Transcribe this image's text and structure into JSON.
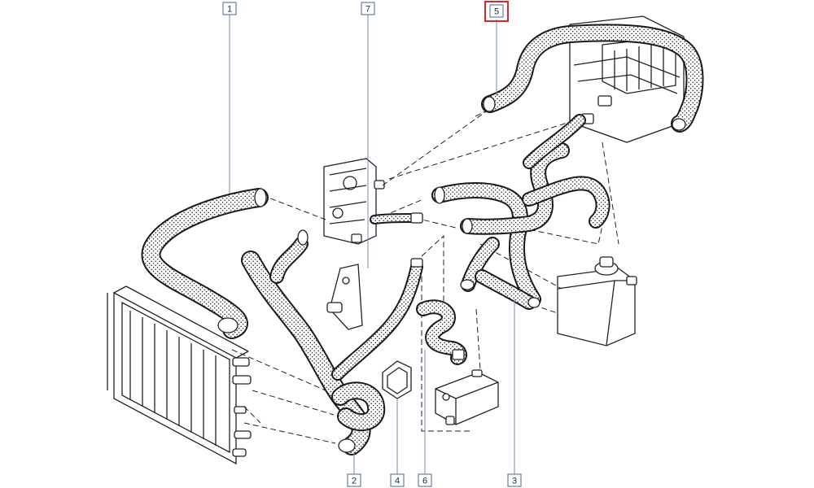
{
  "diagram": {
    "callouts": [
      {
        "id": "1",
        "label": "1",
        "highlighted": false
      },
      {
        "id": "7",
        "label": "7",
        "highlighted": false
      },
      {
        "id": "5",
        "label": "5",
        "highlighted": true
      },
      {
        "id": "2",
        "label": "2",
        "highlighted": false
      },
      {
        "id": "4",
        "label": "4",
        "highlighted": false
      },
      {
        "id": "6",
        "label": "6",
        "highlighted": false
      },
      {
        "id": "3",
        "label": "3",
        "highlighted": false
      }
    ],
    "colors": {
      "highlight": "#e0242b",
      "callout_border": "#4a6a8a",
      "leader_line": "#6f8fae",
      "ink": "#1a1a1a"
    }
  }
}
